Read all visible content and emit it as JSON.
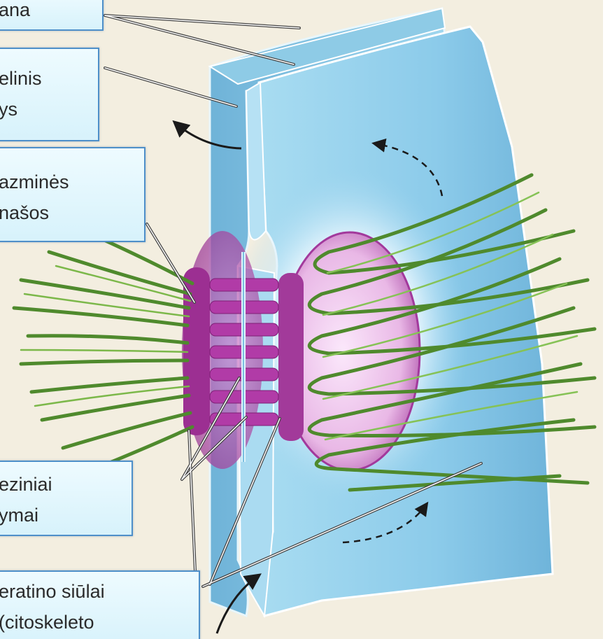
{
  "labels": {
    "membrane": "ana",
    "intercellular_space": [
      "elinis",
      "ys"
    ],
    "plaques": [
      "azminės",
      "našos"
    ],
    "adhesion_proteins": [
      "eziniai",
      "ymai"
    ],
    "keratin": [
      "eratino siūlai",
      "(citoskeleto"
    ]
  },
  "colors": {
    "callout_fill": "#dff5fc",
    "callout_border": "#4e8fc9",
    "membrane_blue": "#7ec3e3",
    "plaque_magenta": "#a0369a",
    "filament_green": "#4f8a2d",
    "background": "#f3eee0"
  },
  "icons": [
    "curved-arrow-icon",
    "dashed-arrow-icon"
  ]
}
